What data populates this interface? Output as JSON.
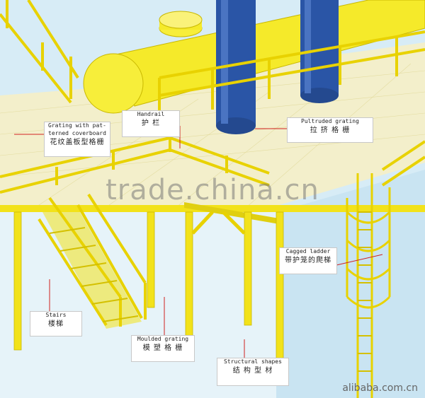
{
  "callouts": {
    "grating_coverboard": {
      "en": "Grating with pat-\nterned coverboard",
      "zh": "花纹盖板型格栅"
    },
    "handrail": {
      "en": "Handrail",
      "zh": "护 栏"
    },
    "pultruded": {
      "en": "Pultruded grating",
      "zh": "拉 挤 格 栅"
    },
    "caged_ladder": {
      "en": "Cagged ladder",
      "zh": "带护笼的爬梯"
    },
    "stairs": {
      "en": "Stairs",
      "zh": "楼梯"
    },
    "moulded": {
      "en": "Moulded grating",
      "zh": "模 塑 格 栅"
    },
    "structural": {
      "en": "Structural shapes",
      "zh": "结 构 型 材"
    }
  },
  "watermark": "trade.china.cn",
  "source": "alibaba.com.cn",
  "colors": {
    "frp_yellow": "#f2e21a",
    "column_blue": "#2a55a6",
    "sky": "#cfe8f4",
    "deck": "#f4f0c8",
    "callout_line": "#d02020"
  }
}
